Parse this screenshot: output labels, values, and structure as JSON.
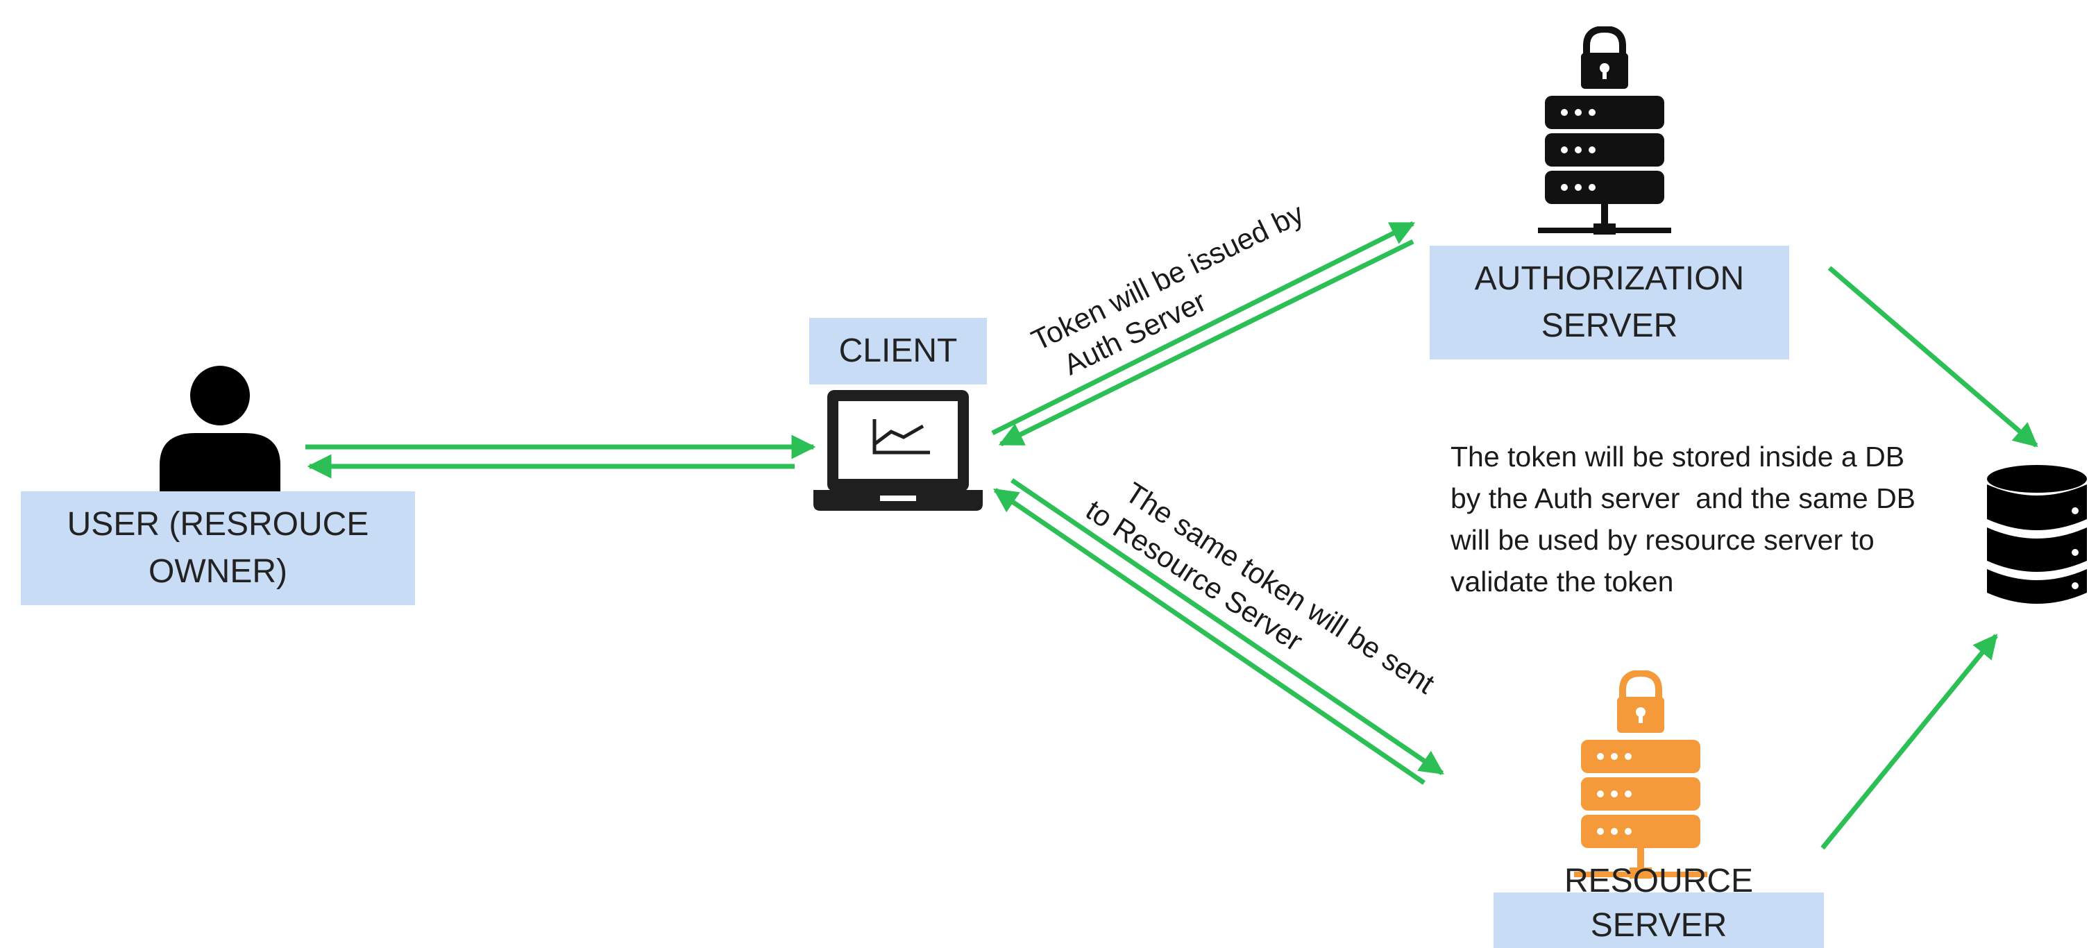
{
  "colors": {
    "arrow": "#2bbf55",
    "label_bg": "#c9dcf5",
    "auth_icon": "#111111",
    "resource_icon": "#f59a3b"
  },
  "nodes": {
    "user": {
      "line1": "USER (RESROUCE",
      "line2": "OWNER)",
      "icon": "person-icon"
    },
    "client": {
      "label": "CLIENT",
      "icon": "laptop-chart-icon"
    },
    "auth_server": {
      "line1": "AUTHORIZATION",
      "line2": "SERVER",
      "icon": "locked-server-icon"
    },
    "resource_server": {
      "label": "RESOURCE SERVER",
      "icon": "locked-server-icon"
    },
    "database": {
      "icon": "database-icon"
    }
  },
  "annotations": {
    "token_issue": {
      "line1": "Token will be issued by",
      "line2": "Auth Server"
    },
    "token_sent": {
      "line1": "The same token will be sent",
      "line2": "to Resource Server"
    },
    "db_note": {
      "line1": "The token will be stored inside a DB",
      "line2": "by the Auth server  and the same DB",
      "line3": "will be used by resource server to",
      "line4": "validate the token"
    }
  }
}
